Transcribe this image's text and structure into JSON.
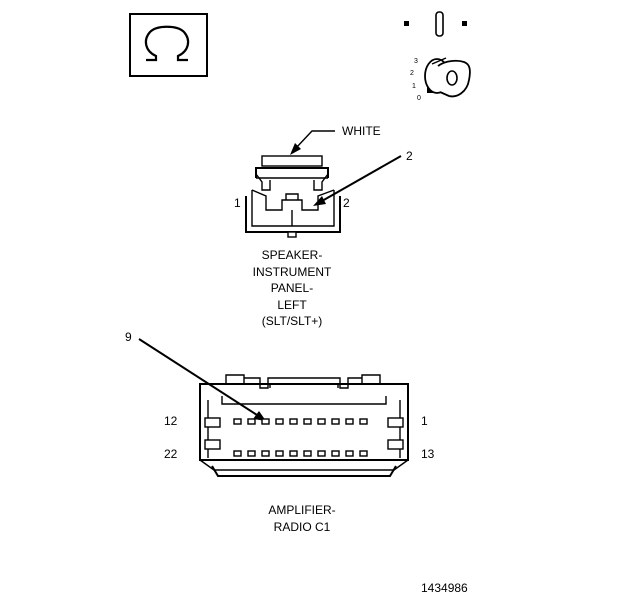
{
  "ignition": {
    "positions": [
      "3",
      "2",
      "1",
      "0"
    ]
  },
  "speaker_connector": {
    "color_label": "WHITE",
    "pin_left": "1",
    "pin_right": "2",
    "callout": "2",
    "caption": [
      "SPEAKER-",
      "INSTRUMENT",
      "PANEL-",
      "LEFT",
      "(SLT/SLT+)"
    ]
  },
  "amplifier_connector": {
    "callout": "9",
    "pin_top_left": "12",
    "pin_top_right": "1",
    "pin_bottom_left": "22",
    "pin_bottom_right": "13",
    "caption": [
      "AMPLIFIER-",
      "RADIO C1"
    ]
  },
  "figure_id": "1434986"
}
